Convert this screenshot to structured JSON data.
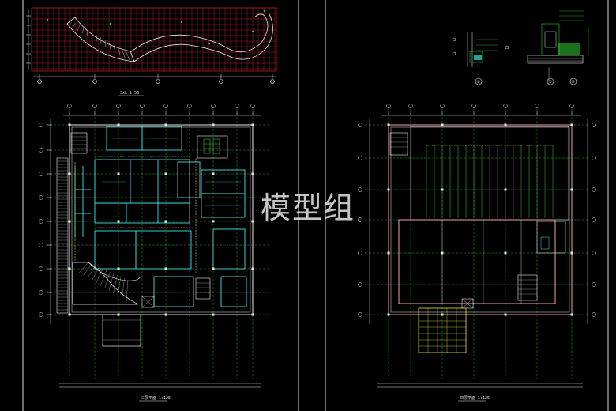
{
  "watermark": "模型组",
  "sheets": [
    {
      "title": "3xL 1:50"
    },
    {
      "title": "三层平面 1:125"
    },
    {
      "title": "四层平面 1:125"
    }
  ],
  "details": [
    {
      "label": "①"
    },
    {
      "label": "②"
    },
    {
      "label": "③"
    }
  ],
  "colors": {
    "background": "#000000",
    "grid_red": "#b0202a",
    "cyan": "#3fe0e0",
    "green": "#2fd02f",
    "yellow": "#e8e230",
    "white": "#e8e8e8",
    "pink": "#f0a0b0"
  }
}
